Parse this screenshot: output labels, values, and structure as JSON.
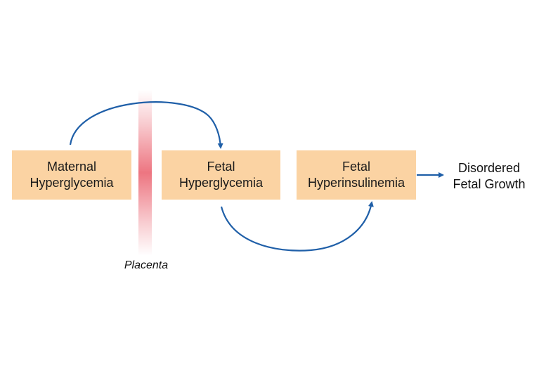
{
  "diagram": {
    "nodes": {
      "maternal_hyperglycemia": {
        "line1": "Maternal",
        "line2": "Hyperglycemia"
      },
      "fetal_hyperglycemia": {
        "line1": "Fetal",
        "line2": "Hyperglycemia"
      },
      "fetal_hyperinsulinemia": {
        "line1": "Fetal",
        "line2": "Hyperinsulinemia"
      },
      "disordered_fetal_growth": {
        "line1": "Disordered",
        "line2": "Fetal Growth"
      }
    },
    "placenta_label": "Placenta",
    "edges": [
      {
        "from": "maternal_hyperglycemia",
        "to": "fetal_hyperglycemia"
      },
      {
        "from": "fetal_hyperglycemia",
        "to": "fetal_hyperinsulinemia"
      },
      {
        "from": "fetal_hyperinsulinemia",
        "to": "disordered_fetal_growth"
      }
    ],
    "colors": {
      "box_fill": "#fbd3a3",
      "arrow": "#1f5fa8",
      "placenta": "#ec6e7a"
    }
  }
}
